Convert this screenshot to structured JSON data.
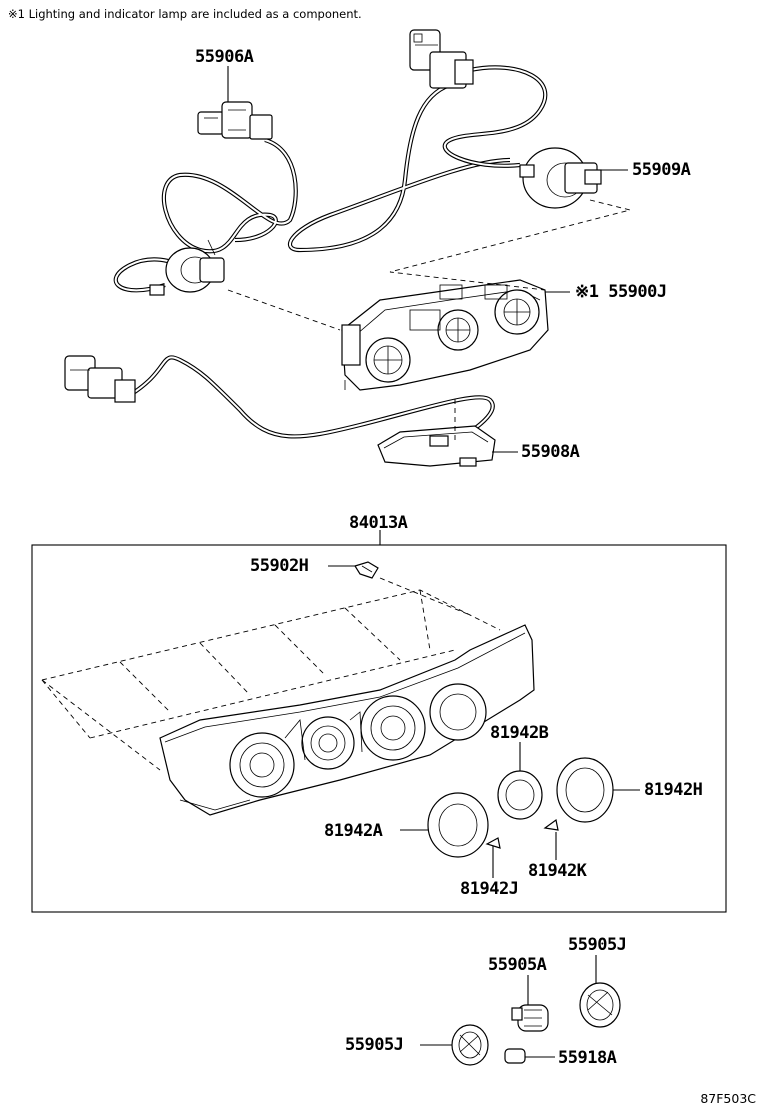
{
  "note": "※1 Lighting and indicator lamp are included as a component.",
  "labels": {
    "p55906A": "55906A",
    "p55909A": "55909A",
    "p55900J": "※1 55900J",
    "p55908A": "55908A",
    "p84013A": "84013A",
    "p55902H": "55902H",
    "p81942B": "81942B",
    "p81942H": "81942H",
    "p81942A": "81942A",
    "p81942K": "81942K",
    "p81942J": "81942J",
    "p55905J_top": "55905J",
    "p55905A": "55905A",
    "p55905J_left": "55905J",
    "p55918A": "55918A"
  },
  "diagram_code": "87F503C"
}
